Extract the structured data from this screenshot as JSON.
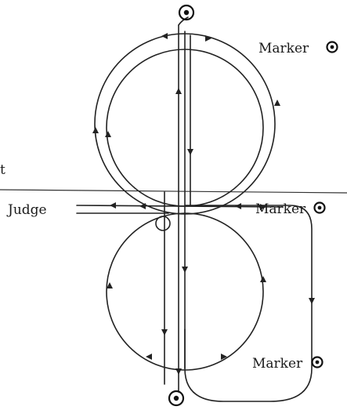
{
  "labels": {
    "marker_top": "Marker",
    "marker_mid": "Marker",
    "marker_bottom": "Marker",
    "judge": "Judge",
    "left_edge": "t"
  },
  "icons": {
    "marker_symbol": "marker-circle-icon"
  },
  "colors": {
    "ink": "#222222",
    "background": "#ffffff"
  }
}
